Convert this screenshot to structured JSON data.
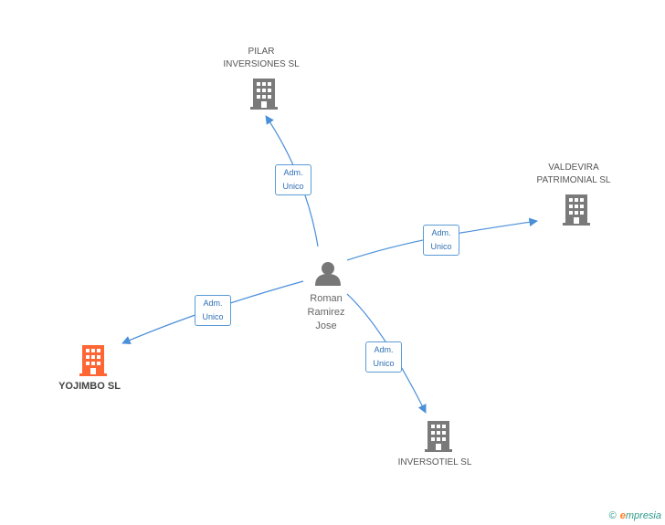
{
  "colors": {
    "edge": "#4a8fd9",
    "building": "#7a7a7a",
    "building_highlight": "#ff6633",
    "person": "#777777"
  },
  "center": {
    "name_lines": [
      "Roman",
      "Ramirez",
      "Jose"
    ],
    "icon": "person-icon"
  },
  "companies": [
    {
      "id": "pilar",
      "lines": [
        "PILAR",
        "INVERSIONES SL"
      ],
      "icon": "building-icon",
      "highlight": false
    },
    {
      "id": "valdevira",
      "lines": [
        "VALDEVIRA",
        "PATRIMONIAL SL"
      ],
      "icon": "building-icon",
      "highlight": false
    },
    {
      "id": "yojimbo",
      "lines": [
        "YOJIMBO SL"
      ],
      "icon": "building-icon",
      "highlight": true
    },
    {
      "id": "inversotiel",
      "lines": [
        "INVERSOTIEL SL"
      ],
      "icon": "building-icon",
      "highlight": false
    }
  ],
  "relations": [
    {
      "to": "pilar",
      "label_lines": [
        "Adm.",
        "Unico"
      ]
    },
    {
      "to": "valdevira",
      "label_lines": [
        "Adm.",
        "Unico"
      ]
    },
    {
      "to": "yojimbo",
      "label_lines": [
        "Adm.",
        "Unico"
      ]
    },
    {
      "to": "inversotiel",
      "label_lines": [
        "Adm.",
        "Unico"
      ]
    }
  ],
  "brand": {
    "copyright": "©",
    "initial": "e",
    "rest": "mpresia"
  }
}
